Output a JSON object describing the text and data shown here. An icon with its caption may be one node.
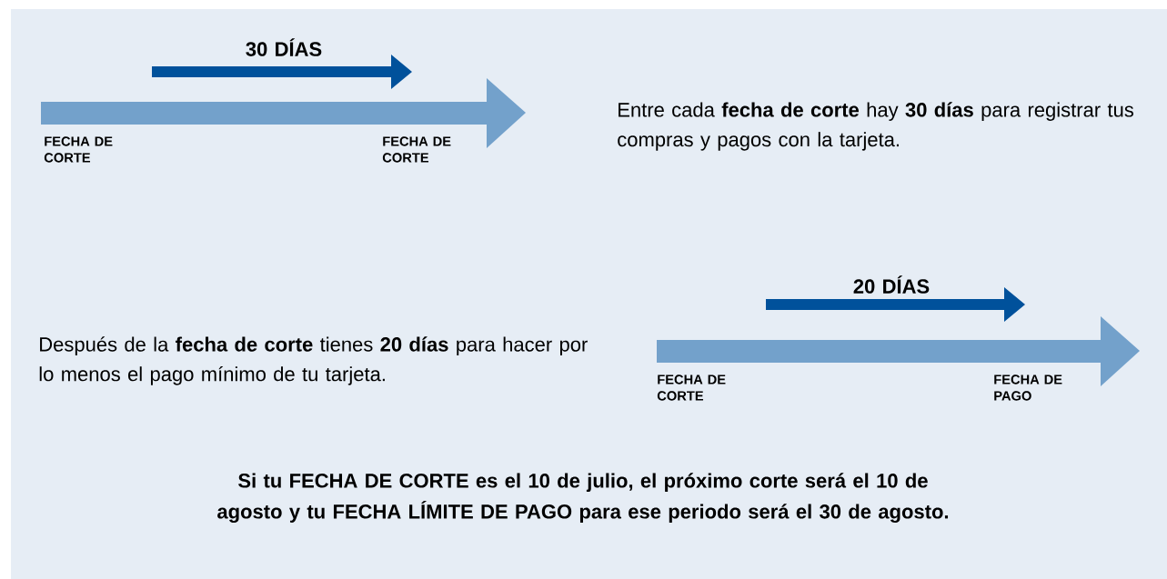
{
  "diagram": {
    "labels": [
      "30 DÍAS",
      "FECHA DE CORTE",
      "FECHA DE CORTE",
      "Entre cada **fecha de corte** hay **30 días** para registrar tus compras y pagos con la tarjeta.",
      "20 DÍAS",
      "Después de la **fecha de corte** tienes **20 días** para hacer por lo menos el pago mínimo de tu tarjeta.",
      "FECHA DE CORTE",
      "FECHA DE PAGO",
      "Si tu FECHA DE CORTE es el 10 de julio, el próximo corte será el 10 de agosto y tu FECHA LÍMITE DE PAGO para ese periodo será el 30 de agosto."
    ]
  }
}
